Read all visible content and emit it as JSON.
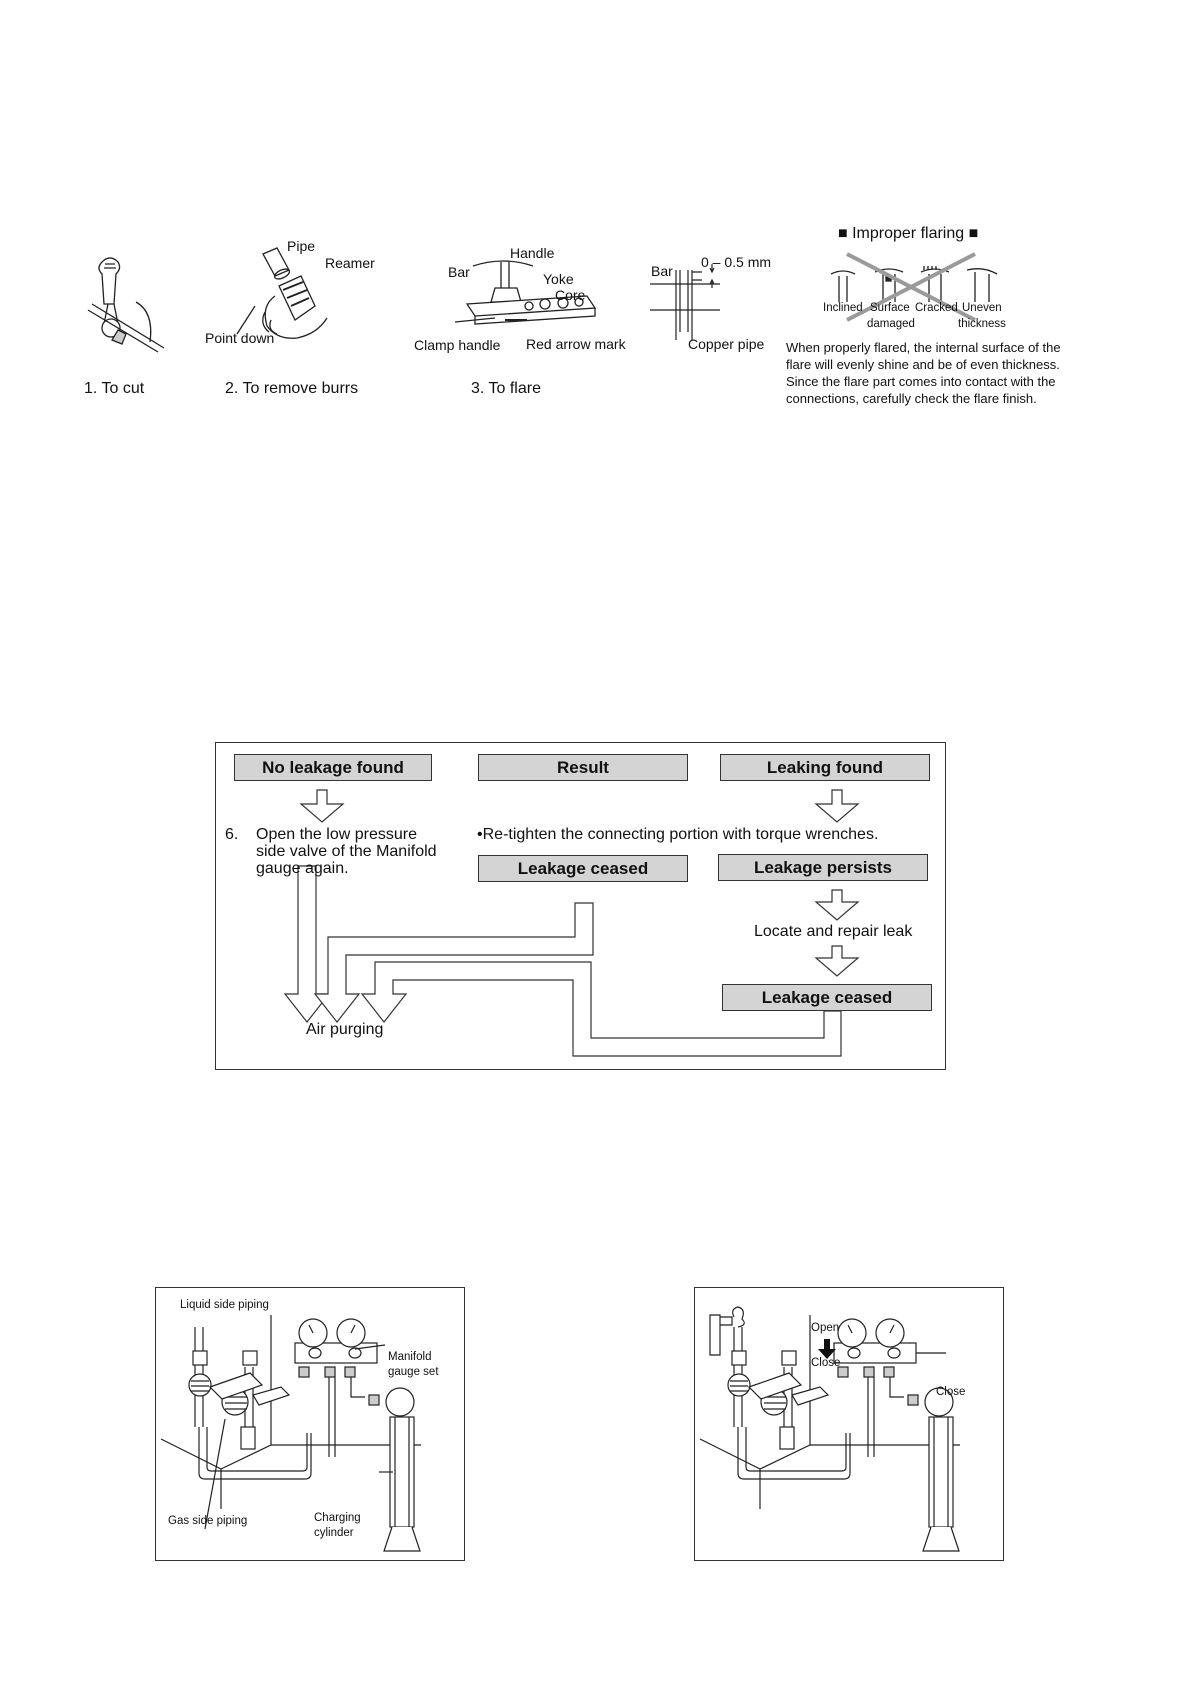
{
  "flaring": {
    "labels": {
      "pipe": "Pipe",
      "reamer": "Reamer",
      "point_down": "Point down",
      "handle": "Handle",
      "bar": "Bar",
      "yoke": "Yoke",
      "core": "Core",
      "clamp_handle": "Clamp handle",
      "red_arrow_mark": "Red arrow mark",
      "bar2": "Bar",
      "gap": "0 – 0.5 mm",
      "copper_pipe": "Copper pipe"
    },
    "steps": [
      "1.  To cut",
      "2.  To remove burrs",
      "3.  To flare"
    ],
    "improper": {
      "title": "Improper flaring",
      "types": [
        "Inclined",
        "Surface",
        "damaged",
        "Cracked",
        "Uneven",
        "thickness"
      ],
      "note": "When properly flared, the internal surface of the flare will evenly shine and be of even thickness. Since the flare part comes into contact with the connections, carefully check the flare finish."
    }
  },
  "flowchart": {
    "no_leakage": "No leakage found",
    "result": "Result",
    "leaking": "Leaking found",
    "step_number": "6.",
    "step_text": [
      "Open the low pressure",
      "side valve of the Manifold",
      "gauge again."
    ],
    "retighten": "Re-tighten the connecting portion with torque wrenches.",
    "leakage_ceased": "Leakage ceased",
    "leakage_persists": "Leakage persists",
    "locate_repair": "Locate and repair leak",
    "leakage_ceased_2": "Leakage ceased",
    "air_purging": "Air purging"
  },
  "diagram_left": {
    "liquid_side": "Liquid side piping",
    "manifold": [
      "Manifold",
      "gauge set"
    ],
    "gas_side": "Gas side piping",
    "charging": [
      "Charging",
      "cylinder"
    ]
  },
  "diagram_right": {
    "open": "Open",
    "close_top": "Close",
    "close_right": "Close"
  }
}
